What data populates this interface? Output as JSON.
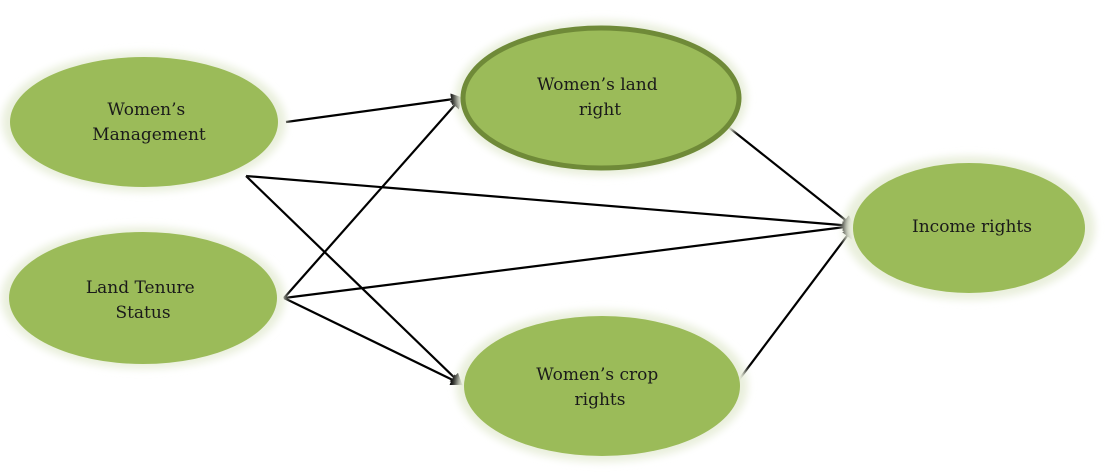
{
  "colors": {
    "node_fill": "#9bbb59",
    "node_glow": "#e9efdc",
    "highlight_stroke": "#6f8a38",
    "arrow": "#000000"
  },
  "nodes": {
    "management": {
      "line1": "Women’s",
      "line2": "Management"
    },
    "land_tenure": {
      "line1": "Land Tenure",
      "line2": "Status"
    },
    "land_right": {
      "line1": "Women’s land",
      "line2": "right"
    },
    "crop_rights": {
      "line1": "Women’s crop",
      "line2": "rights"
    },
    "income_rights": {
      "line1": "Income rights"
    }
  },
  "edges": [
    {
      "from": "management",
      "to": "land_right"
    },
    {
      "from": "management",
      "to": "income_rights"
    },
    {
      "from": "management",
      "to": "crop_rights"
    },
    {
      "from": "land_tenure",
      "to": "land_right"
    },
    {
      "from": "land_tenure",
      "to": "income_rights"
    },
    {
      "from": "land_tenure",
      "to": "crop_rights"
    },
    {
      "from": "land_right",
      "to": "income_rights"
    },
    {
      "from": "crop_rights",
      "to": "income_rights"
    }
  ]
}
